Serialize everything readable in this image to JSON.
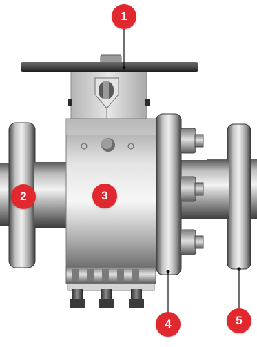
{
  "colors": {
    "callout_fill": "#e0282e",
    "callout_text": "#ffffff",
    "leader_line": "#111111",
    "metal_light": "#f2f2f2",
    "metal_dark": "#3a3a3a",
    "bolt_dark": "#2a2a2a"
  },
  "callouts": [
    {
      "id": "1",
      "label": "1",
      "part": "handwheel-top-plate"
    },
    {
      "id": "2",
      "label": "2",
      "part": "left-flange"
    },
    {
      "id": "3",
      "label": "3",
      "part": "valve-body"
    },
    {
      "id": "4",
      "label": "4",
      "part": "bolted-bonnet-flange"
    },
    {
      "id": "5",
      "label": "5",
      "part": "right-flange"
    }
  ]
}
